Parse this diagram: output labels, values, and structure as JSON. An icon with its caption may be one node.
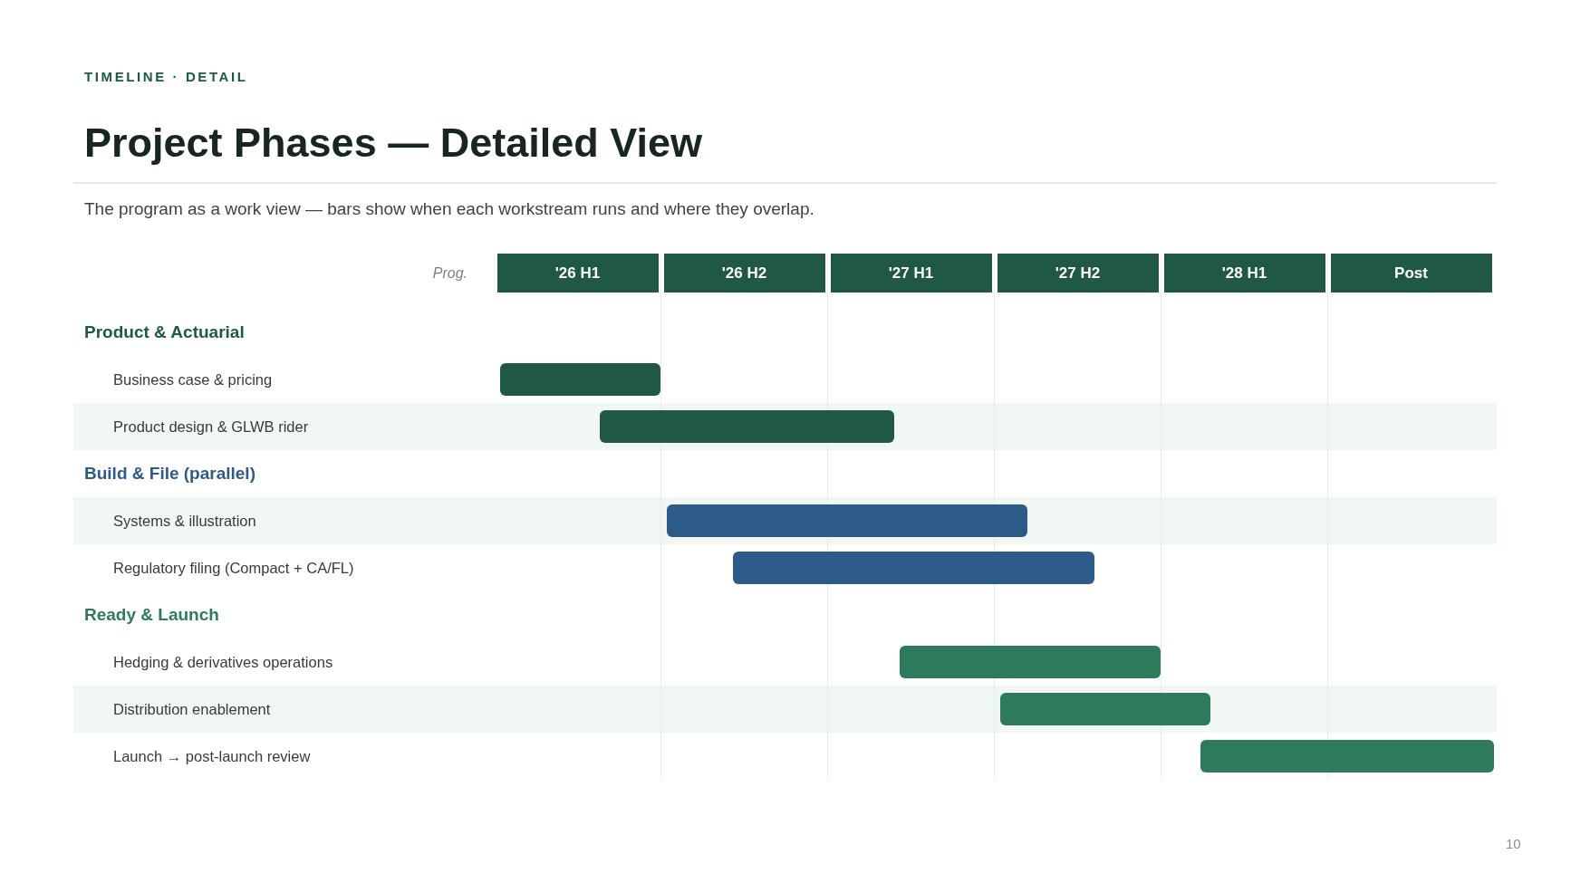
{
  "diagram": {
    "title": "Project Phases — Detailed View",
    "nodes": [
      {
        "text": [
          "'26 H1"
        ]
      },
      {
        "text": [
          "'26 H2"
        ]
      },
      {
        "text": [
          "'27 H1"
        ]
      },
      {
        "text": [
          "'27 H2"
        ]
      },
      {
        "text": [
          "'28 H1"
        ]
      },
      {
        "text": [
          "Post"
        ]
      },
      {
        "text": [],
        "shape": "bar"
      },
      {
        "text": [],
        "shape": "bar"
      },
      {
        "text": [],
        "shape": "bar"
      },
      {
        "text": [],
        "shape": "bar"
      },
      {
        "text": [],
        "shape": "bar"
      },
      {
        "text": [],
        "shape": "bar"
      },
      {
        "text": [],
        "shape": "bar"
      }
    ],
    "labels": [
      "TIMELINE · DETAIL",
      "The program as a work view — bars show when each workstream runs and where they overlap.",
      "Prog.",
      "Product & Actuarial",
      "Business case & pricing",
      "Product design & GLWB rider",
      "Build & File (parallel)",
      "Systems & illustration",
      "Regulatory filing (Compact + CA/FL)",
      "Ready & Launch",
      "Hedging & derivatives operations",
      "Distribution enablement",
      "Launch → post-launch review",
      "10"
    ]
  }
}
